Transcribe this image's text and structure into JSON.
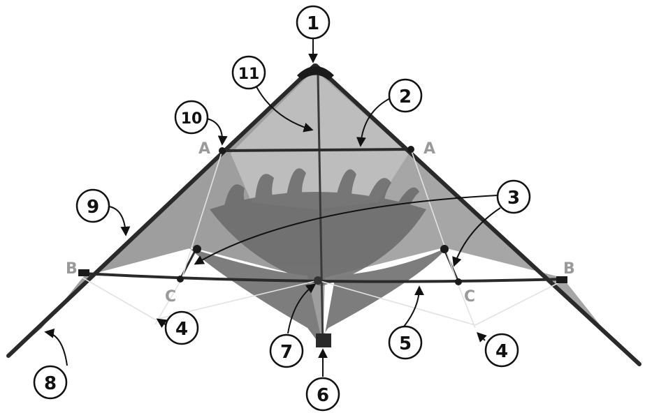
{
  "diagram": {
    "callouts": [
      {
        "id": "c1",
        "label": "1"
      },
      {
        "id": "c2",
        "label": "2"
      },
      {
        "id": "c3",
        "label": "3"
      },
      {
        "id": "c4a",
        "label": "4"
      },
      {
        "id": "c4b",
        "label": "4"
      },
      {
        "id": "c5",
        "label": "5"
      },
      {
        "id": "c6",
        "label": "6"
      },
      {
        "id": "c7",
        "label": "7"
      },
      {
        "id": "c8",
        "label": "8"
      },
      {
        "id": "c9",
        "label": "9"
      },
      {
        "id": "c10",
        "label": "10"
      },
      {
        "id": "c11",
        "label": "11"
      }
    ],
    "point_labels": [
      {
        "id": "pA1",
        "label": "A"
      },
      {
        "id": "pA2",
        "label": "A"
      },
      {
        "id": "pB1",
        "label": "B"
      },
      {
        "id": "pB2",
        "label": "B"
      },
      {
        "id": "pC1",
        "label": "C"
      },
      {
        "id": "pC2",
        "label": "C"
      }
    ],
    "colors": {
      "sail": "#9c9c9c",
      "sail_dark": "#6f6f6f",
      "frame": "#2a2a2a",
      "line": "#e4e4e4",
      "callout_stroke": "#111111",
      "point_label": "#9a9a9a"
    }
  }
}
